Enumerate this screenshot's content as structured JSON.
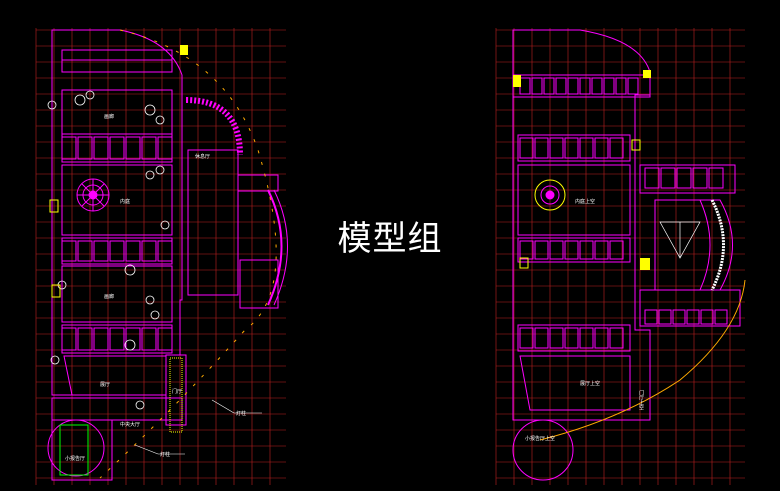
{
  "watermark": "模型组",
  "left_plan": {
    "labels": {
      "room_top": "画廊",
      "room_mid": "内庭",
      "room_lower": "画廊",
      "room_bottom": "展厅",
      "entrance": "门厅",
      "lobby": "中央大厅",
      "hall_right": "休息厅",
      "bottom_circle": "小报告厅",
      "callout_1": "灯柱",
      "callout_2": "灯柱"
    }
  },
  "right_plan": {
    "labels": {
      "room_mid": "内庭上空",
      "room_bottom": "展厅上空",
      "vertical_label": "门厅上空",
      "bottom_circle": "小报告厅上空"
    }
  },
  "colors": {
    "wall": "#ff00ff",
    "grid": "#c02020",
    "yellow": "#ffff00",
    "green": "#00ff00",
    "white": "#ffffff"
  }
}
